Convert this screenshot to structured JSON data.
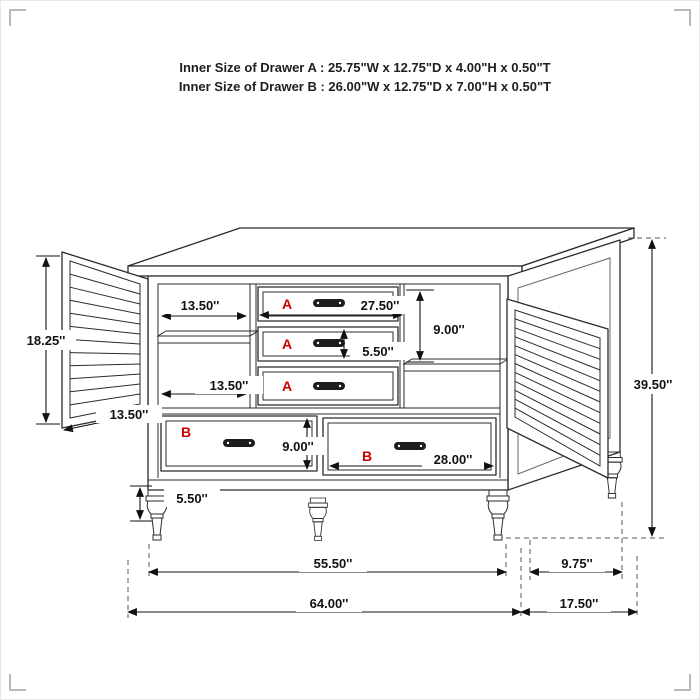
{
  "header": {
    "line1": "Inner Size of Drawer A : 25.75\"W x 12.75\"D x 4.00\"H x 0.50\"T",
    "line2": "Inner Size of Drawer B : 26.00\"W x 12.75\"D x 7.00\"H x 0.50\"T"
  },
  "labels": {
    "drawer_a": "A",
    "drawer_b": "B"
  },
  "dimensions": {
    "door_height": "18.25''",
    "shelf_width_top": "13.50''",
    "shelf_width_bottom": "13.50''",
    "door_width": "13.50''",
    "drawer_a_width": "27.50''",
    "drawer_a_front_height": "5.50''",
    "right_opening_height": "9.00''",
    "drawer_b_height": "9.00''",
    "drawer_b_width": "28.00''",
    "leg_height": "5.50''",
    "total_height": "39.50''",
    "width_between_legs": "55.50''",
    "side_leg_offset": "9.75''",
    "total_width": "64.00''",
    "total_depth": "17.50''"
  },
  "colors": {
    "accent_red": "#cc0000",
    "line": "#2b2b2b"
  }
}
